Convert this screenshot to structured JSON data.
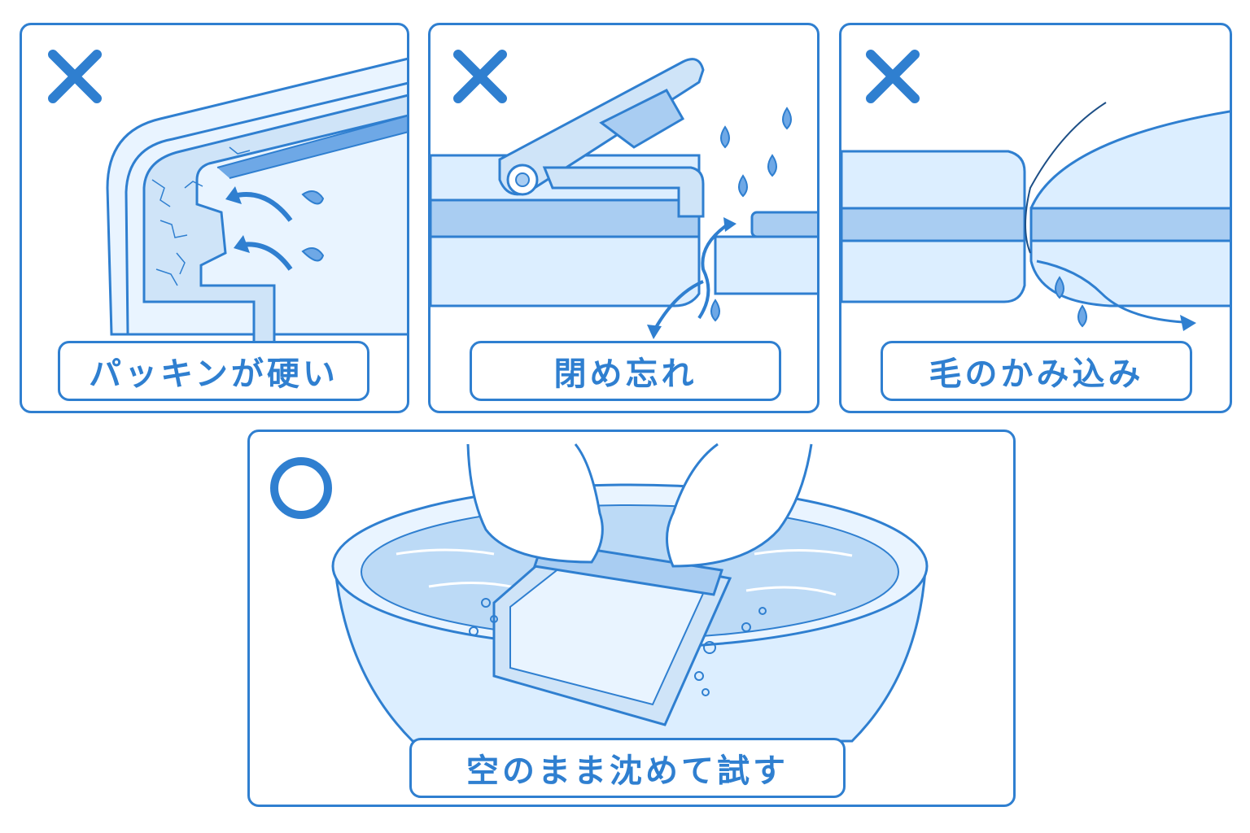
{
  "colors": {
    "accent": "#2f7fd0",
    "light_fill": "#dceeff",
    "mid_fill": "#a9cdf2",
    "background": "#ffffff"
  },
  "panels": [
    {
      "id": "packing",
      "mark": "cross-icon",
      "label": "パッキンが硬い"
    },
    {
      "id": "unclosed",
      "mark": "cross-icon",
      "label": "閉め忘れ"
    },
    {
      "id": "hair",
      "mark": "cross-icon",
      "label": "毛のかみ込み"
    },
    {
      "id": "test",
      "mark": "circle-icon",
      "label": "空のまま沈めて試す"
    }
  ]
}
